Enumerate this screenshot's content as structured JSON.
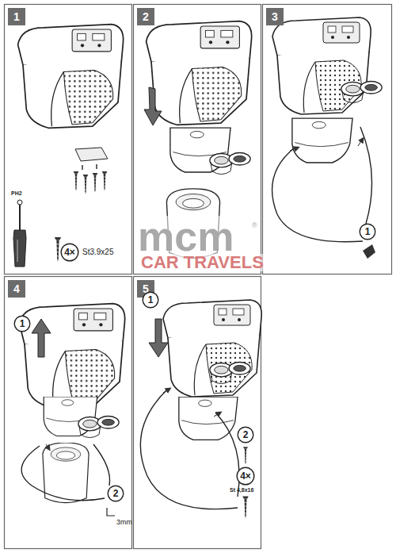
{
  "diagram": {
    "nodes": [
      {
        "text": [
          "1"
        ]
      },
      {
        "text": [
          "4×"
        ]
      },
      {
        "text": [
          "2"
        ]
      },
      {
        "text": [
          "3"
        ]
      },
      {
        "text": [
          "1"
        ]
      },
      {
        "text": [
          "4"
        ]
      },
      {
        "text": [
          "1"
        ]
      },
      {
        "text": [
          "2"
        ]
      },
      {
        "text": [
          "5"
        ]
      },
      {
        "text": [
          "1"
        ]
      },
      {
        "text": [
          "2"
        ]
      },
      {
        "text": [
          "4×"
        ]
      }
    ],
    "labels": [
      "PH2",
      "St3.9x25",
      "3mm",
      "St 4,8x16",
      "mcm",
      "®",
      "CAR TRAVELS"
    ]
  }
}
